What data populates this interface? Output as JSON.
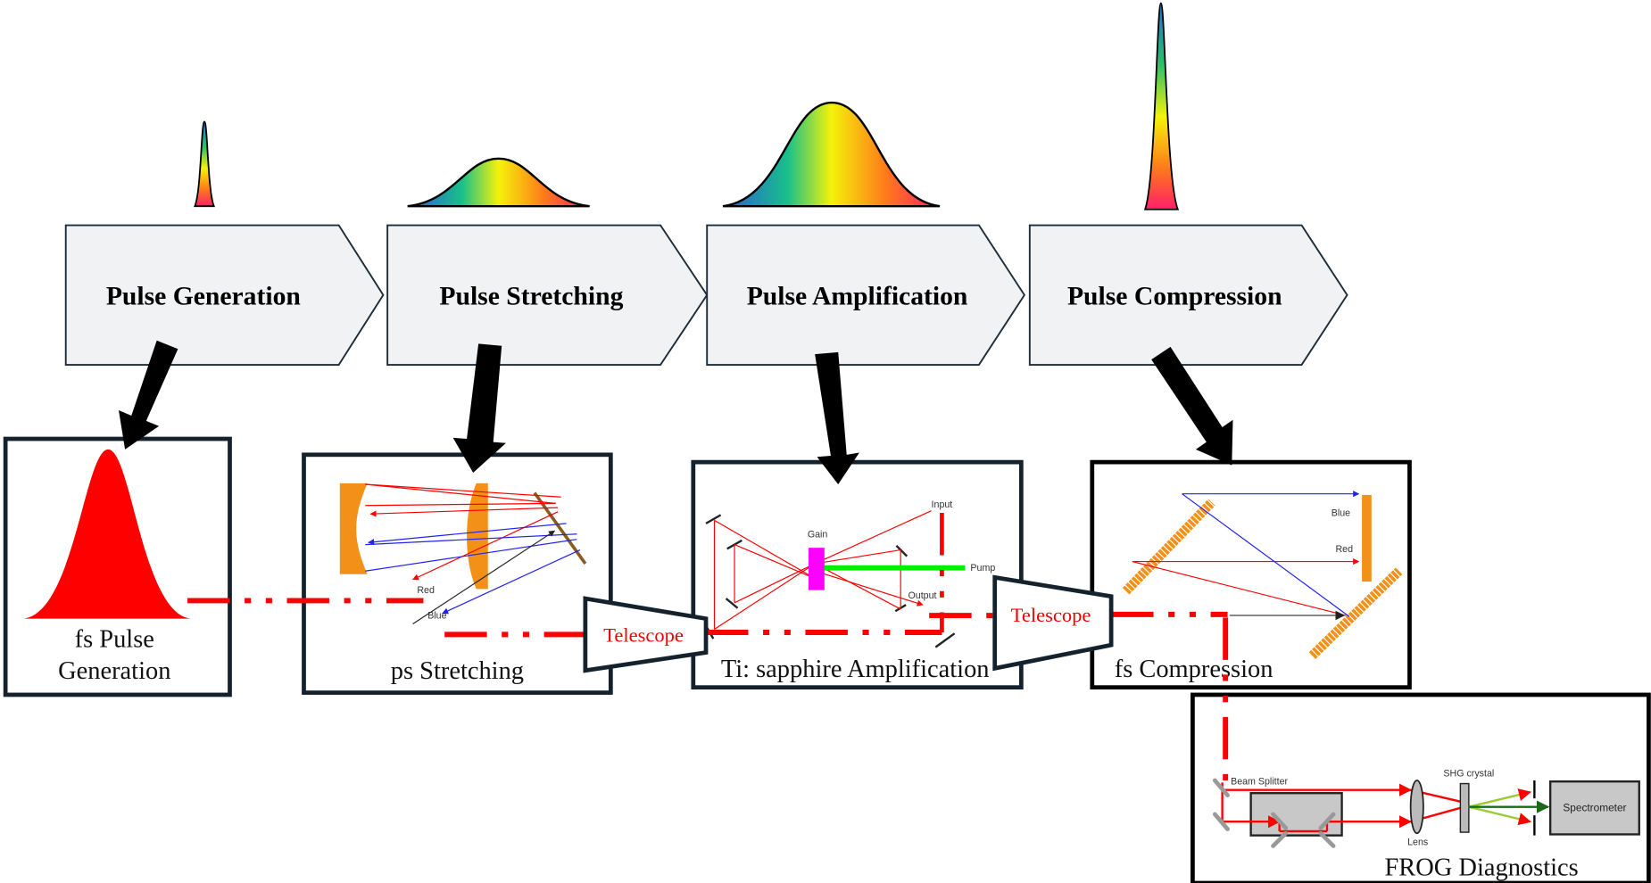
{
  "stages": [
    {
      "label": "Pulse Generation"
    },
    {
      "label": "Pulse Stretching"
    },
    {
      "label": "Pulse Amplification"
    },
    {
      "label": "Pulse Compression"
    }
  ],
  "panels": {
    "generation": {
      "caption_line1": "fs Pulse",
      "caption_line2": "Generation"
    },
    "stretching": {
      "caption": "ps Stretching",
      "labels": {
        "red": "Red",
        "blue": "Blue"
      }
    },
    "amplification": {
      "caption": "Ti: sapphire Amplification",
      "labels": {
        "gain": "Gain",
        "input": "Input",
        "pump": "Pump",
        "output": "Output"
      }
    },
    "compression": {
      "caption": "fs Compression",
      "labels": {
        "blue": "Blue",
        "red": "Red"
      }
    },
    "frog": {
      "caption": "FROG Diagnostics",
      "labels": {
        "beam_splitter": "Beam Splitter",
        "shg_crystal": "SHG crystal",
        "lens": "Lens",
        "spectrometer": "Spectrometer"
      }
    }
  },
  "telescopes": [
    {
      "label": "Telescope"
    },
    {
      "label": "Telescope"
    }
  ],
  "colors": {
    "beam": "#ff0000",
    "pump": "#00ee00",
    "gain": "#ff00ff",
    "optics": "#f39017",
    "blue_ray": "#2222ee"
  }
}
